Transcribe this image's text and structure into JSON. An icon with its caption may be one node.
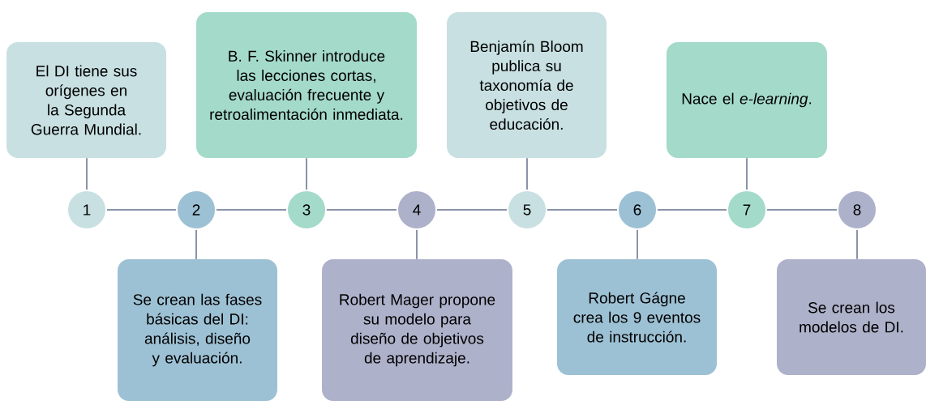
{
  "diagram": {
    "nodes": [
      {
        "text": [
          "1"
        ]
      },
      {
        "text": [
          "2"
        ]
      },
      {
        "text": [
          "3"
        ]
      },
      {
        "text": [
          "4"
        ]
      },
      {
        "text": [
          "5"
        ]
      },
      {
        "text": [
          "6"
        ]
      },
      {
        "text": [
          "7"
        ]
      },
      {
        "text": [
          "8"
        ]
      },
      {
        "text": [
          "El DI tiene sus orígenes en la Segunda Guerra Mundial."
        ]
      },
      {
        "text": [
          "Se crean las fases básicas del DI: análisis, diseño y evaluación."
        ]
      },
      {
        "text": [
          "B. F. Skinner introduce las lecciones cortas, evaluación frecuente y retroalimentación inmediata."
        ]
      },
      {
        "text": [
          "Robert Mager propone su modelo para diseño de objetivos de aprendizaje."
        ]
      },
      {
        "text": [
          "Benjamín Bloom publica su taxonomía de objetivos de educación."
        ]
      },
      {
        "text": [
          "Robert Gágne crea los 9 eventos de instrucción."
        ]
      },
      {
        "text": [
          "Nace el *e-learning*."
        ]
      },
      {
        "text": [
          "Se crean los modelos de DI."
        ]
      }
    ],
    "edges": [
      {
        "from": 0,
        "to": 1,
        "arrow": "none"
      },
      {
        "from": 1,
        "to": 2,
        "arrow": "none"
      },
      {
        "from": 2,
        "to": 3,
        "arrow": "none"
      },
      {
        "from": 3,
        "to": 4,
        "arrow": "none"
      },
      {
        "from": 4,
        "to": 5,
        "arrow": "none"
      },
      {
        "from": 5,
        "to": 6,
        "arrow": "none"
      },
      {
        "from": 6,
        "to": 7,
        "arrow": "none"
      },
      {
        "from": 0,
        "to": 8,
        "arrow": "none"
      },
      {
        "from": 1,
        "to": 9,
        "arrow": "none"
      },
      {
        "from": 2,
        "to": 10,
        "arrow": "none"
      },
      {
        "from": 3,
        "to": 11,
        "arrow": "none"
      },
      {
        "from": 4,
        "to": 12,
        "arrow": "none"
      },
      {
        "from": 5,
        "to": 13,
        "arrow": "none"
      },
      {
        "from": 6,
        "to": 14,
        "arrow": "none"
      },
      {
        "from": 7,
        "to": 15,
        "arrow": "none"
      }
    ]
  }
}
